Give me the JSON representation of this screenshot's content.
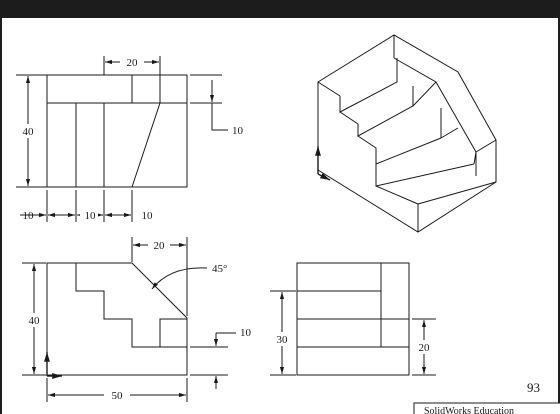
{
  "colors": {
    "frame": "#1c1c1c",
    "ink": "#1a1a1a",
    "paper": "#ffffff"
  },
  "front_view": {
    "dim_top": "20",
    "dim_left": "40",
    "dim_right": "10",
    "dim_bottom_a": "10",
    "dim_bottom_b": "10",
    "dim_bottom_c": "10"
  },
  "top_view": {
    "dim_top": "20",
    "dim_angle": "45°",
    "dim_left": "40",
    "dim_right": "10",
    "dim_bottom": "50"
  },
  "side_view": {
    "dim_left": "30",
    "dim_right": "20"
  },
  "page_number": "93",
  "footer_text": "SolidWorks Education"
}
